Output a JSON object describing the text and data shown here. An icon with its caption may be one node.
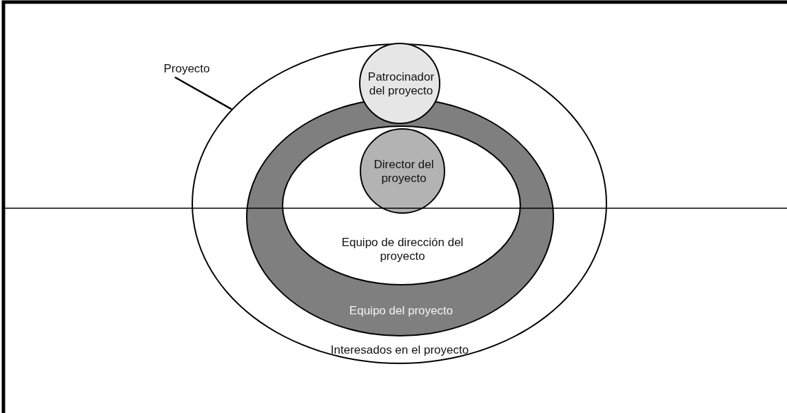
{
  "diagram": {
    "nodes": [
      {
        "text": [
          "Proyecto"
        ]
      },
      {
        "text": [
          "Interesados en el proyecto"
        ]
      },
      {
        "text": [
          "Patrocinador del proyecto"
        ],
        "in": 1
      },
      {
        "text": [
          "Equipo del proyecto"
        ],
        "in": 1
      },
      {
        "text": [
          "Equipo de dirección del proyecto"
        ],
        "in": 3
      },
      {
        "text": [
          "Director del proyecto"
        ],
        "in": 4
      }
    ],
    "edges": [
      {
        "from": 0,
        "to": 1,
        "arrow": "none"
      }
    ]
  }
}
